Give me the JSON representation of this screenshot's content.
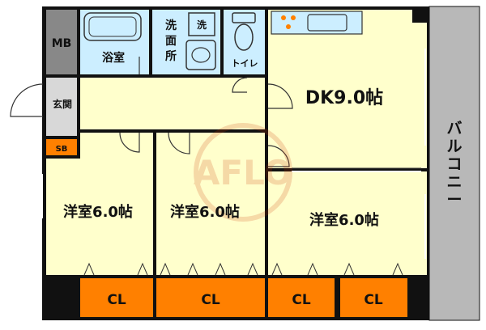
{
  "colors": {
    "room": "#ffffcc",
    "wet": "#cceeff",
    "closet": "#ff8000",
    "wall": "#111111",
    "mb": "#888888",
    "entrance": "#d8d8d8",
    "balcony": "#b8b8b8"
  },
  "labels": {
    "mb": "MB",
    "bath": "浴室",
    "washroom": [
      "洗",
      "面",
      "所"
    ],
    "wash_machine": "洗",
    "toilet": "トイレ",
    "dk": "DK9.0帖",
    "entrance": "玄関",
    "sb": "SB",
    "room_left": "洋室6.0帖",
    "room_mid": "洋室6.0帖",
    "room_right": "洋室6.0帖",
    "closets": [
      "CL",
      "CL",
      "CL",
      "CL"
    ],
    "balcony": [
      "バ",
      "ル",
      "コ",
      "ニ",
      "ー"
    ],
    "watermark": "AFLO"
  }
}
